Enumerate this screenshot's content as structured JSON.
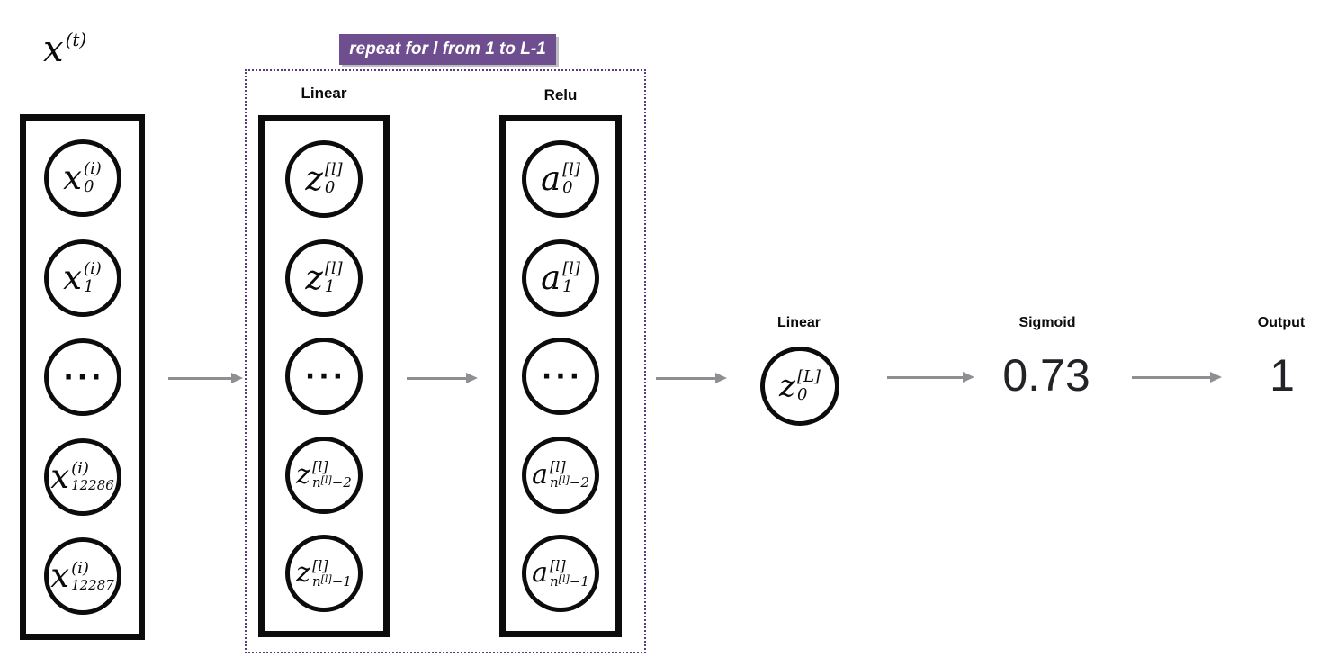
{
  "title_math": {
    "base": "x",
    "sup": "(t)"
  },
  "banner": {
    "text": "repeat for l from 1 to L-1"
  },
  "columns": {
    "input": {
      "nodes": [
        {
          "base": "x",
          "sup": "(i)",
          "sub": "0"
        },
        {
          "base": "x",
          "sup": "(i)",
          "sub": "1"
        },
        {
          "dots": "···"
        },
        {
          "base": "x",
          "sup": "(i)",
          "sub": "12286"
        },
        {
          "base": "x",
          "sup": "(i)",
          "sub": "12287"
        }
      ]
    },
    "linear": {
      "label": "Linear",
      "nodes": [
        {
          "base": "z",
          "sup": "[l]",
          "sub": "0"
        },
        {
          "base": "z",
          "sup": "[l]",
          "sub": "1"
        },
        {
          "dots": "···"
        },
        {
          "base": "z",
          "sup": "[l]",
          "sub": [
            "n",
            {
              "sup": "[l]"
            },
            "−2"
          ]
        },
        {
          "base": "z",
          "sup": "[l]",
          "sub": [
            "n",
            {
              "sup": "[l]"
            },
            "−1"
          ]
        }
      ]
    },
    "relu": {
      "label": "Relu",
      "nodes": [
        {
          "base": "a",
          "sup": "[l]",
          "sub": "0"
        },
        {
          "base": "a",
          "sup": "[l]",
          "sub": "1"
        },
        {
          "dots": "···"
        },
        {
          "base": "a",
          "sup": "[l]",
          "sub": [
            "n",
            {
              "sup": "[l]"
            },
            "−2"
          ]
        },
        {
          "base": "a",
          "sup": "[l]",
          "sub": [
            "n",
            {
              "sup": "[l]"
            },
            "−1"
          ]
        }
      ]
    }
  },
  "final": {
    "linear": {
      "label": "Linear",
      "node": {
        "base": "z",
        "sup": "[L]",
        "sub": "0"
      }
    },
    "sigmoid": {
      "label": "Sigmoid",
      "value": "0.73"
    },
    "output": {
      "label": "Output",
      "value": "1"
    }
  },
  "colors": {
    "banner_bg": "#6f4e90",
    "dotted_border": "#5a3b82",
    "arrow": "#8e8e93",
    "stroke": "#0c0c0c"
  }
}
